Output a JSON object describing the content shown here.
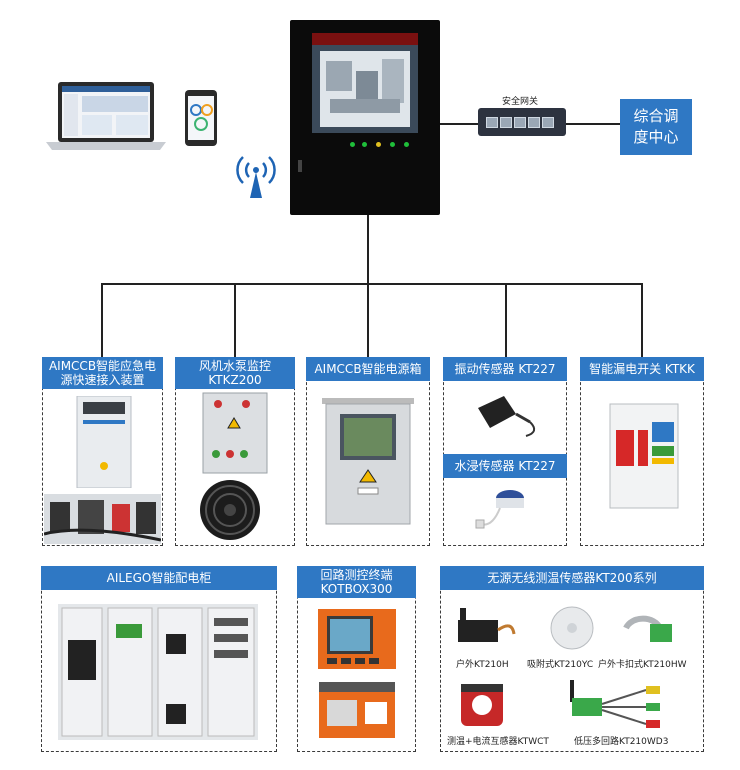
{
  "top": {
    "switch_label": "安全网关",
    "center_label": "综合调度中心"
  },
  "modules": [
    {
      "title": "AIMCCB智能应急电源快速接入装置"
    },
    {
      "title": "风机水泵监控KTKZ200"
    },
    {
      "title": "AIMCCB智能电源箱"
    },
    {
      "title": "振动传感器 KT227"
    },
    {
      "title": "水浸传感器 KT227"
    },
    {
      "title": "智能漏电开关 KTKK"
    }
  ],
  "bottom": [
    {
      "title": "AILEGO智能配电柜"
    },
    {
      "title": "回路测控终端KOTBOX300"
    },
    {
      "title": "无源无线测温传感器KT200系列"
    }
  ],
  "sensors": [
    {
      "label": "户外KT210H"
    },
    {
      "label": "吸附式KT210YC"
    },
    {
      "label": "户外卡扣式KT210HW"
    },
    {
      "label": "测温+电流互感器KTWCT"
    },
    {
      "label": "低压多回路KT210WD3"
    }
  ],
  "colors": {
    "accent": "#2f78c4",
    "line": "#222222",
    "panel_border": "#3a3a3a"
  },
  "icons": [
    "laptop-icon",
    "phone-icon",
    "wireless-signal-icon",
    "server-cabinet-icon",
    "network-switch-icon"
  ]
}
